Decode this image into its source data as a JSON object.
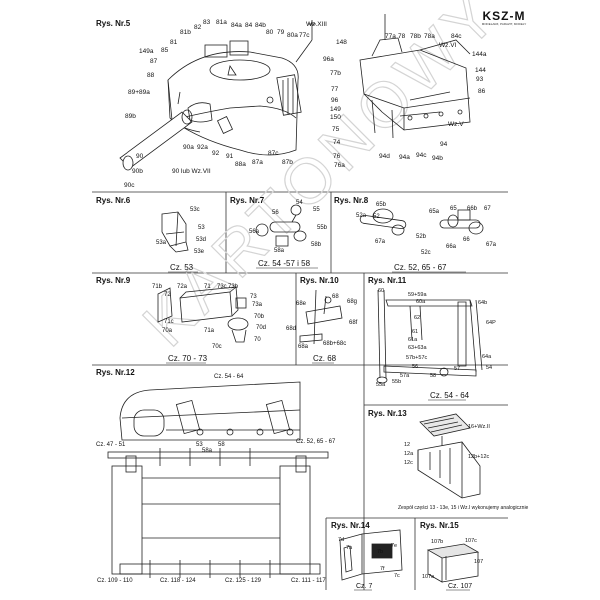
{
  "logo": {
    "brand": "KSZ-M",
    "tagline": "MODELARZ, PARAZIT, MODELY"
  },
  "watermark": "KARTONOWY",
  "fig5": {
    "title": "Rys. Nr.5",
    "labels": [
      "83",
      "81a",
      "84a",
      "84",
      "84b",
      "Wz.XIII",
      "81b",
      "82",
      "80",
      "79",
      "80a",
      "77c",
      "81",
      "149a",
      "85",
      "87",
      "88",
      "89+89a",
      "89b",
      "148",
      "96a",
      "77b",
      "77",
      "96",
      "149",
      "150",
      "75",
      "74",
      "76",
      "76a",
      "90a",
      "92a",
      "92",
      "91",
      "88a",
      "87a",
      "87c",
      "87b",
      "90",
      "90b",
      "90c",
      "90 lub Wz.VII",
      "77a",
      "78",
      "78b",
      "78a",
      "84c",
      "Wz.VI",
      "144a",
      "144",
      "93",
      "86",
      "Wz.V",
      "94",
      "94d",
      "94a",
      "94c",
      "94b"
    ]
  },
  "fig6": {
    "title": "Rys. Nr.6",
    "labels": [
      "53c",
      "53",
      "53d",
      "53a",
      "53e"
    ],
    "caption": "Cz. 53"
  },
  "fig7": {
    "title": "Rys. Nr.7",
    "labels": [
      "56",
      "54",
      "55",
      "55b",
      "56a",
      "58a",
      "58b"
    ],
    "caption": "Cz. 54 -57 i 58"
  },
  "fig8": {
    "title": "Rys. Nr.8",
    "labels": [
      "65b",
      "65",
      "66b",
      "67",
      "52a",
      "52",
      "65a",
      "52b",
      "67a",
      "66a",
      "66",
      "52c",
      "67a"
    ],
    "caption": "Cz. 52, 65 - 67"
  },
  "fig9": {
    "title": "Rys. Nr.9",
    "labels": [
      "71b",
      "72",
      "72a",
      "71",
      "73c",
      "73b",
      "73",
      "73a",
      "70b",
      "70d",
      "70",
      "71c",
      "70a",
      "71a",
      "70c"
    ],
    "caption": "Cz. 70 - 73"
  },
  "fig10": {
    "title": "Rys. Nr.10",
    "labels": [
      "68",
      "68e",
      "68g",
      "68f",
      "68d",
      "68b+68c",
      "68a"
    ],
    "caption": "Cz. 68"
  },
  "fig11": {
    "title": "Rys. Nr.11",
    "labels": [
      "60",
      "59+59a",
      "60a",
      "64b",
      "62",
      "64P",
      "61",
      "61a",
      "63+63a",
      "57b+57c",
      "64a",
      "56",
      "57",
      "54",
      "55b",
      "57a",
      "55a",
      "58"
    ],
    "caption": "Cz. 54 - 64"
  },
  "fig12": {
    "title": "Rys. Nr.12",
    "labels": [
      "Cz. 54 - 64",
      "53",
      "58",
      "58a",
      "Cz. 47 - 51",
      "Cz. 52, 65 - 67"
    ],
    "captions": [
      "Cz. 109 - 110",
      "Cz. 118 - 124",
      "Cz. 125 - 129",
      "Cz. 111 - 117"
    ]
  },
  "fig13": {
    "title": "Rys. Nr.13",
    "labels": [
      "16+Wz.II",
      "12",
      "12a",
      "12c",
      "12b+12c"
    ],
    "note": "Zespół części 13 - 13e, 15 i Wz.I wykonujemy analogicznie"
  },
  "fig14": {
    "title": "Rys. Nr.14",
    "labels": [
      "7d",
      "7a",
      "7e",
      "7b",
      "7c",
      "7f"
    ],
    "caption": "Cz. 7"
  },
  "fig15": {
    "title": "Rys. Nr.15",
    "labels": [
      "107b",
      "107c",
      "107",
      "107a"
    ],
    "caption": "Cz. 107"
  }
}
